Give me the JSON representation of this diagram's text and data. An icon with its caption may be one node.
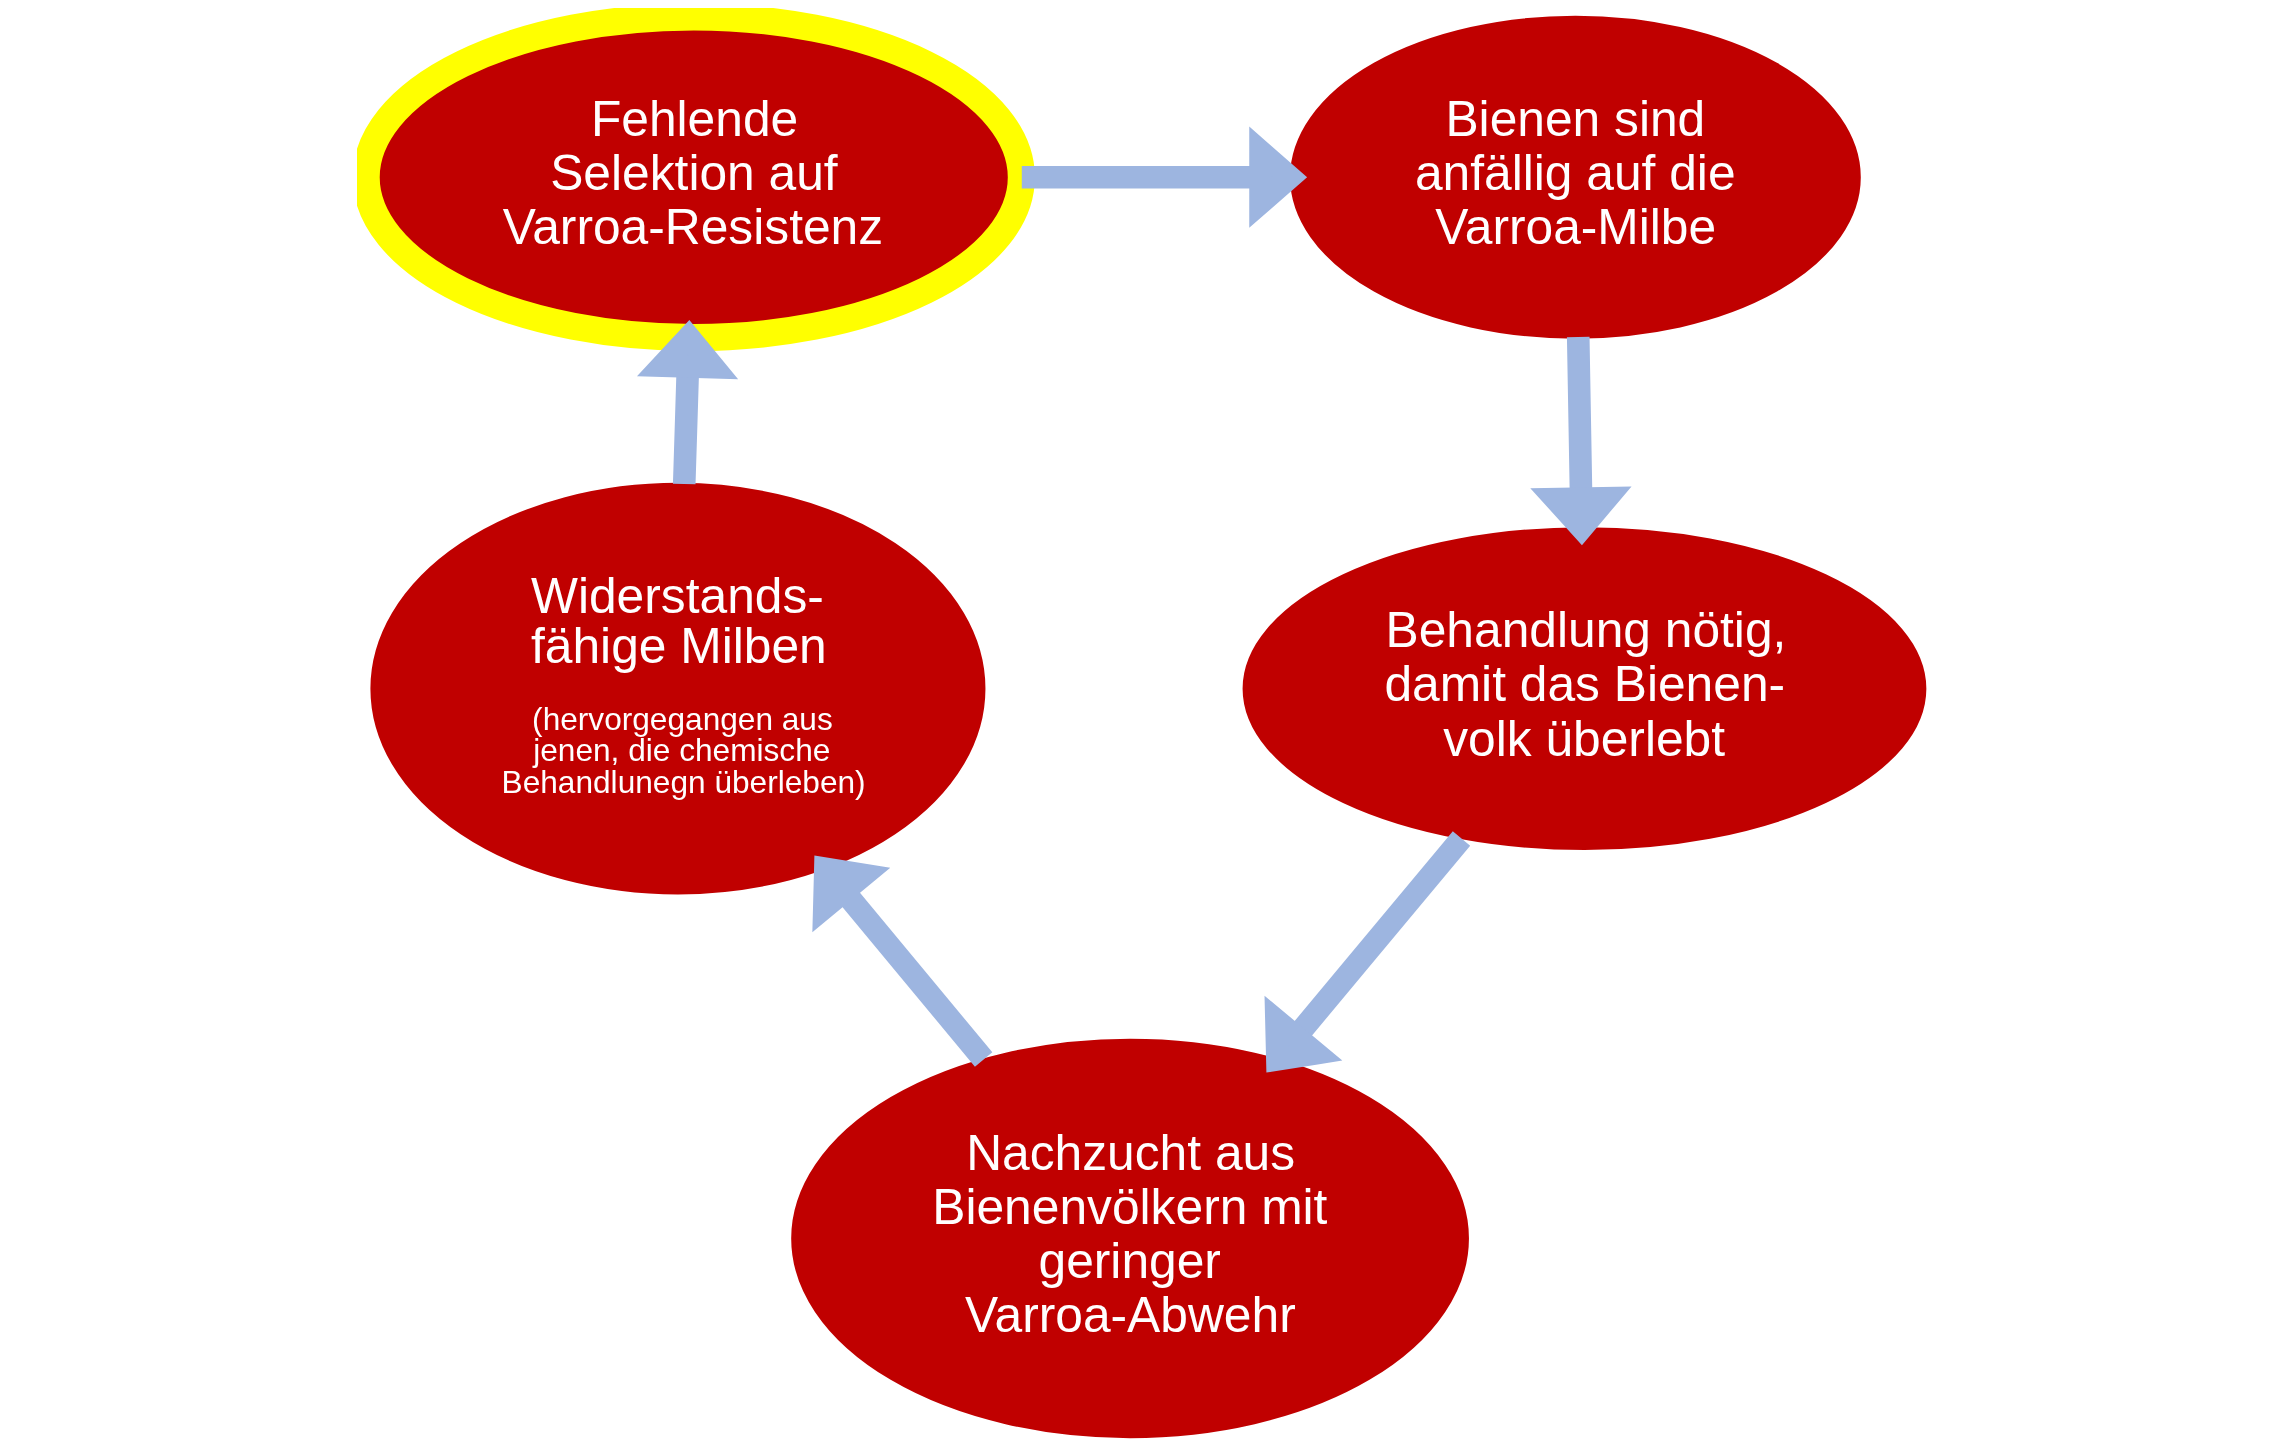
{
  "diagram": {
    "nodes": [
      {
        "text": [
          "Fehlende Selektion auf Varroa-Resistenz"
        ]
      },
      {
        "text": [
          "Bienen sind anfällig auf die Varroa-Milbe"
        ]
      },
      {
        "text": [
          "Behandlung nötig, damit das Bienen- volk überlebt"
        ]
      },
      {
        "text": [
          "Nachzucht aus Bienenvölkern mit geringer Varroa-Abwehr"
        ]
      },
      {
        "text": [
          "Widerstands- fähige Milben",
          "(hervorgegangen aus jenen, die chemische Behandlunegn überleben)"
        ]
      }
    ],
    "edges": [
      {
        "from": 0,
        "to": 1,
        "arrow": "to"
      },
      {
        "from": 1,
        "to": 2,
        "arrow": "to"
      },
      {
        "from": 2,
        "to": 3,
        "arrow": "to"
      },
      {
        "from": 3,
        "to": 4,
        "arrow": "to"
      },
      {
        "from": 4,
        "to": 0,
        "arrow": "to"
      }
    ]
  }
}
